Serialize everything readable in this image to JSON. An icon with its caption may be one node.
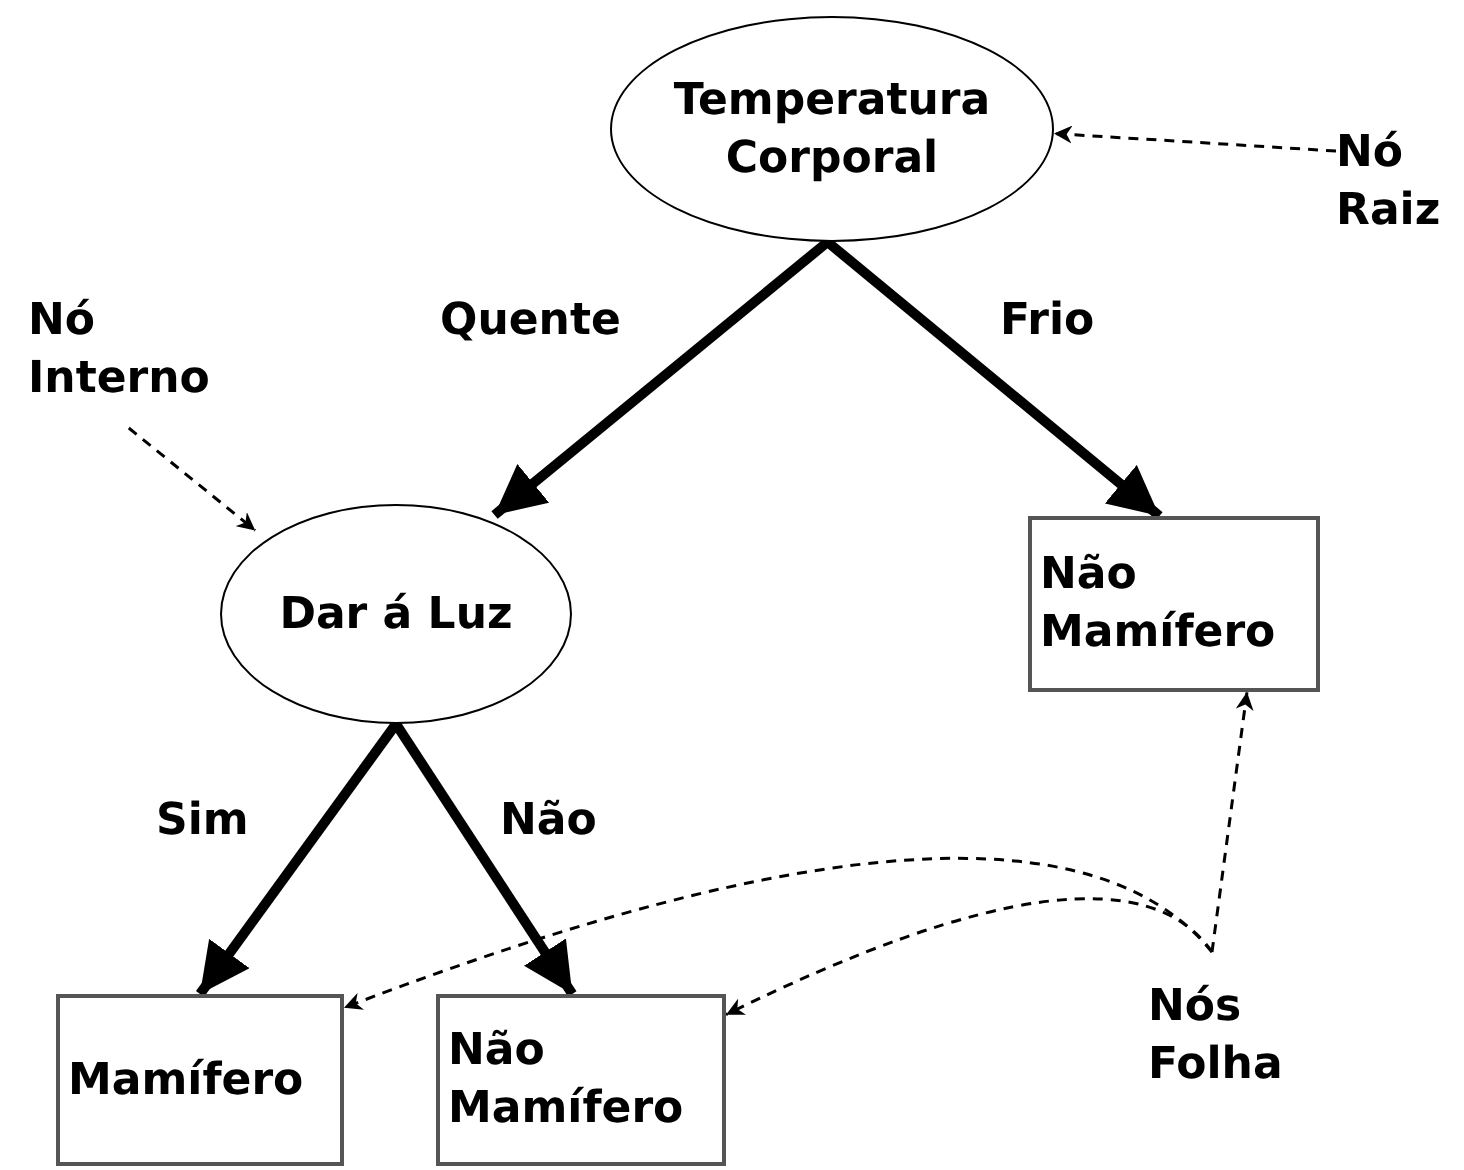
{
  "diagram": {
    "nodes": [
      {
        "text": [
          "Temperatura Corporal"
        ]
      },
      {
        "text": [
          "Nó Raiz"
        ]
      },
      {
        "text": [
          "Nó Interno"
        ]
      },
      {
        "text": [
          "Dar á Luz"
        ]
      },
      {
        "text": [
          "Não Mamífero"
        ]
      },
      {
        "text": [
          "Mamífero"
        ]
      },
      {
        "text": [
          "Não Mamífero"
        ]
      },
      {
        "text": [
          "Nós Folha"
        ]
      }
    ],
    "edges": [
      {
        "from": 0,
        "to": 3,
        "arrow": "to",
        "label": "Quente",
        "style": "thick"
      },
      {
        "from": 0,
        "to": 4,
        "arrow": "to",
        "label": "Frio",
        "style": "thick"
      },
      {
        "from": 3,
        "to": 5,
        "arrow": "to",
        "label": "Sim",
        "style": "thick"
      },
      {
        "from": 3,
        "to": 6,
        "arrow": "to",
        "label": "Não",
        "style": "thick"
      },
      {
        "from": 1,
        "to": 0,
        "arrow": "to",
        "style": "dashed"
      },
      {
        "from": 2,
        "to": 3,
        "arrow": "to",
        "style": "dashed"
      },
      {
        "from": 7,
        "to": 4,
        "arrow": "to",
        "style": "dashed"
      },
      {
        "from": 7,
        "to": 5,
        "arrow": "to",
        "style": "dashed"
      },
      {
        "from": 7,
        "to": 6,
        "arrow": "to",
        "style": "dashed"
      }
    ]
  }
}
